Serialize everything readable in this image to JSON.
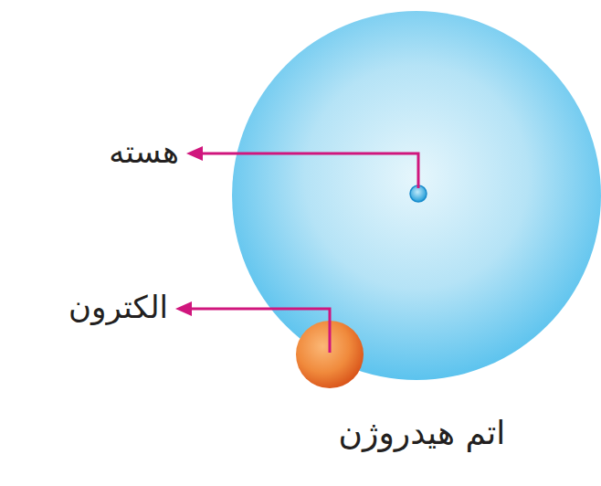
{
  "diagram": {
    "caption": "اتم هیدروژن",
    "labels": [
      "هسته",
      "الکترون"
    ]
  }
}
